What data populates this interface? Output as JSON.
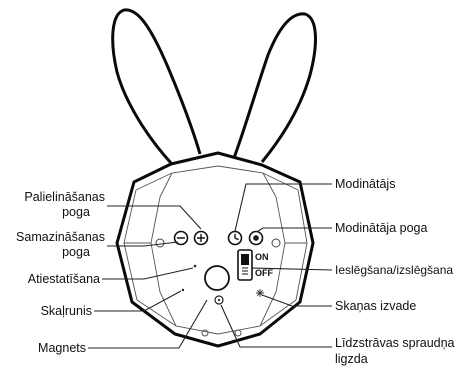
{
  "labels": {
    "volume_up": [
      "Palielināšanas",
      "poga"
    ],
    "volume_down": [
      "Samazināšanas",
      "poga"
    ],
    "reset": "Atiestatīšana",
    "speaker": "Skaļrunis",
    "magnet": "Magnets",
    "alarm": "Modinātājs",
    "alarm_button": "Modinātāja poga",
    "power_switch": "Ieslēgšana/izslēgšana",
    "sound_output": "Skaņas izvade",
    "dc_socket": [
      "Līdzstrāvas spraudņa",
      "ligzda"
    ]
  },
  "device": {
    "switch_on": "ON",
    "switch_off": "OFF"
  }
}
